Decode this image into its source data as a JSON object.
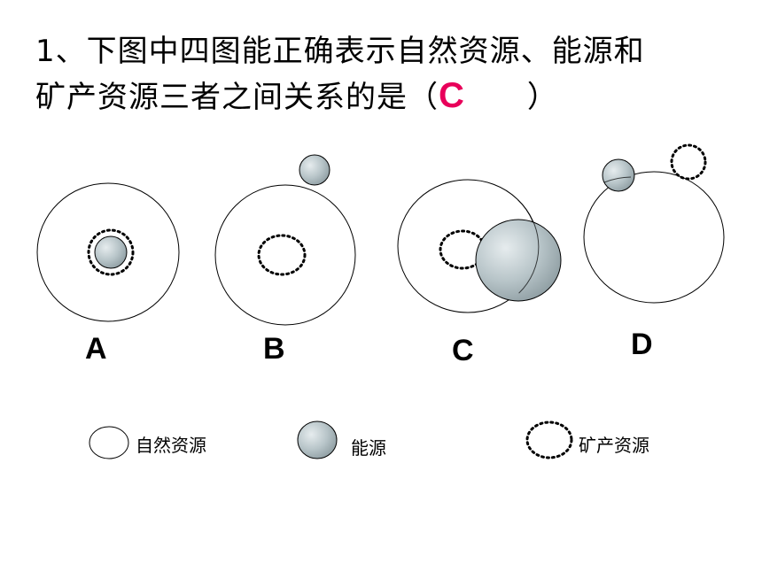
{
  "question": {
    "line1": "1、下图中四图能正确表示自然资源、能源和",
    "line2_prefix": "矿产资源三者之间关系的是（",
    "answer": "C",
    "line2_suffix": "）"
  },
  "options": [
    {
      "label": "A"
    },
    {
      "label": "B"
    },
    {
      "label": "C"
    },
    {
      "label": "D"
    }
  ],
  "legend": {
    "natural": "自然资源",
    "energy": "能源",
    "mineral": "矿产资源"
  },
  "colors": {
    "answer": "#e8005a",
    "energy_fill": "#b7c4c8",
    "stroke": "#000000"
  }
}
